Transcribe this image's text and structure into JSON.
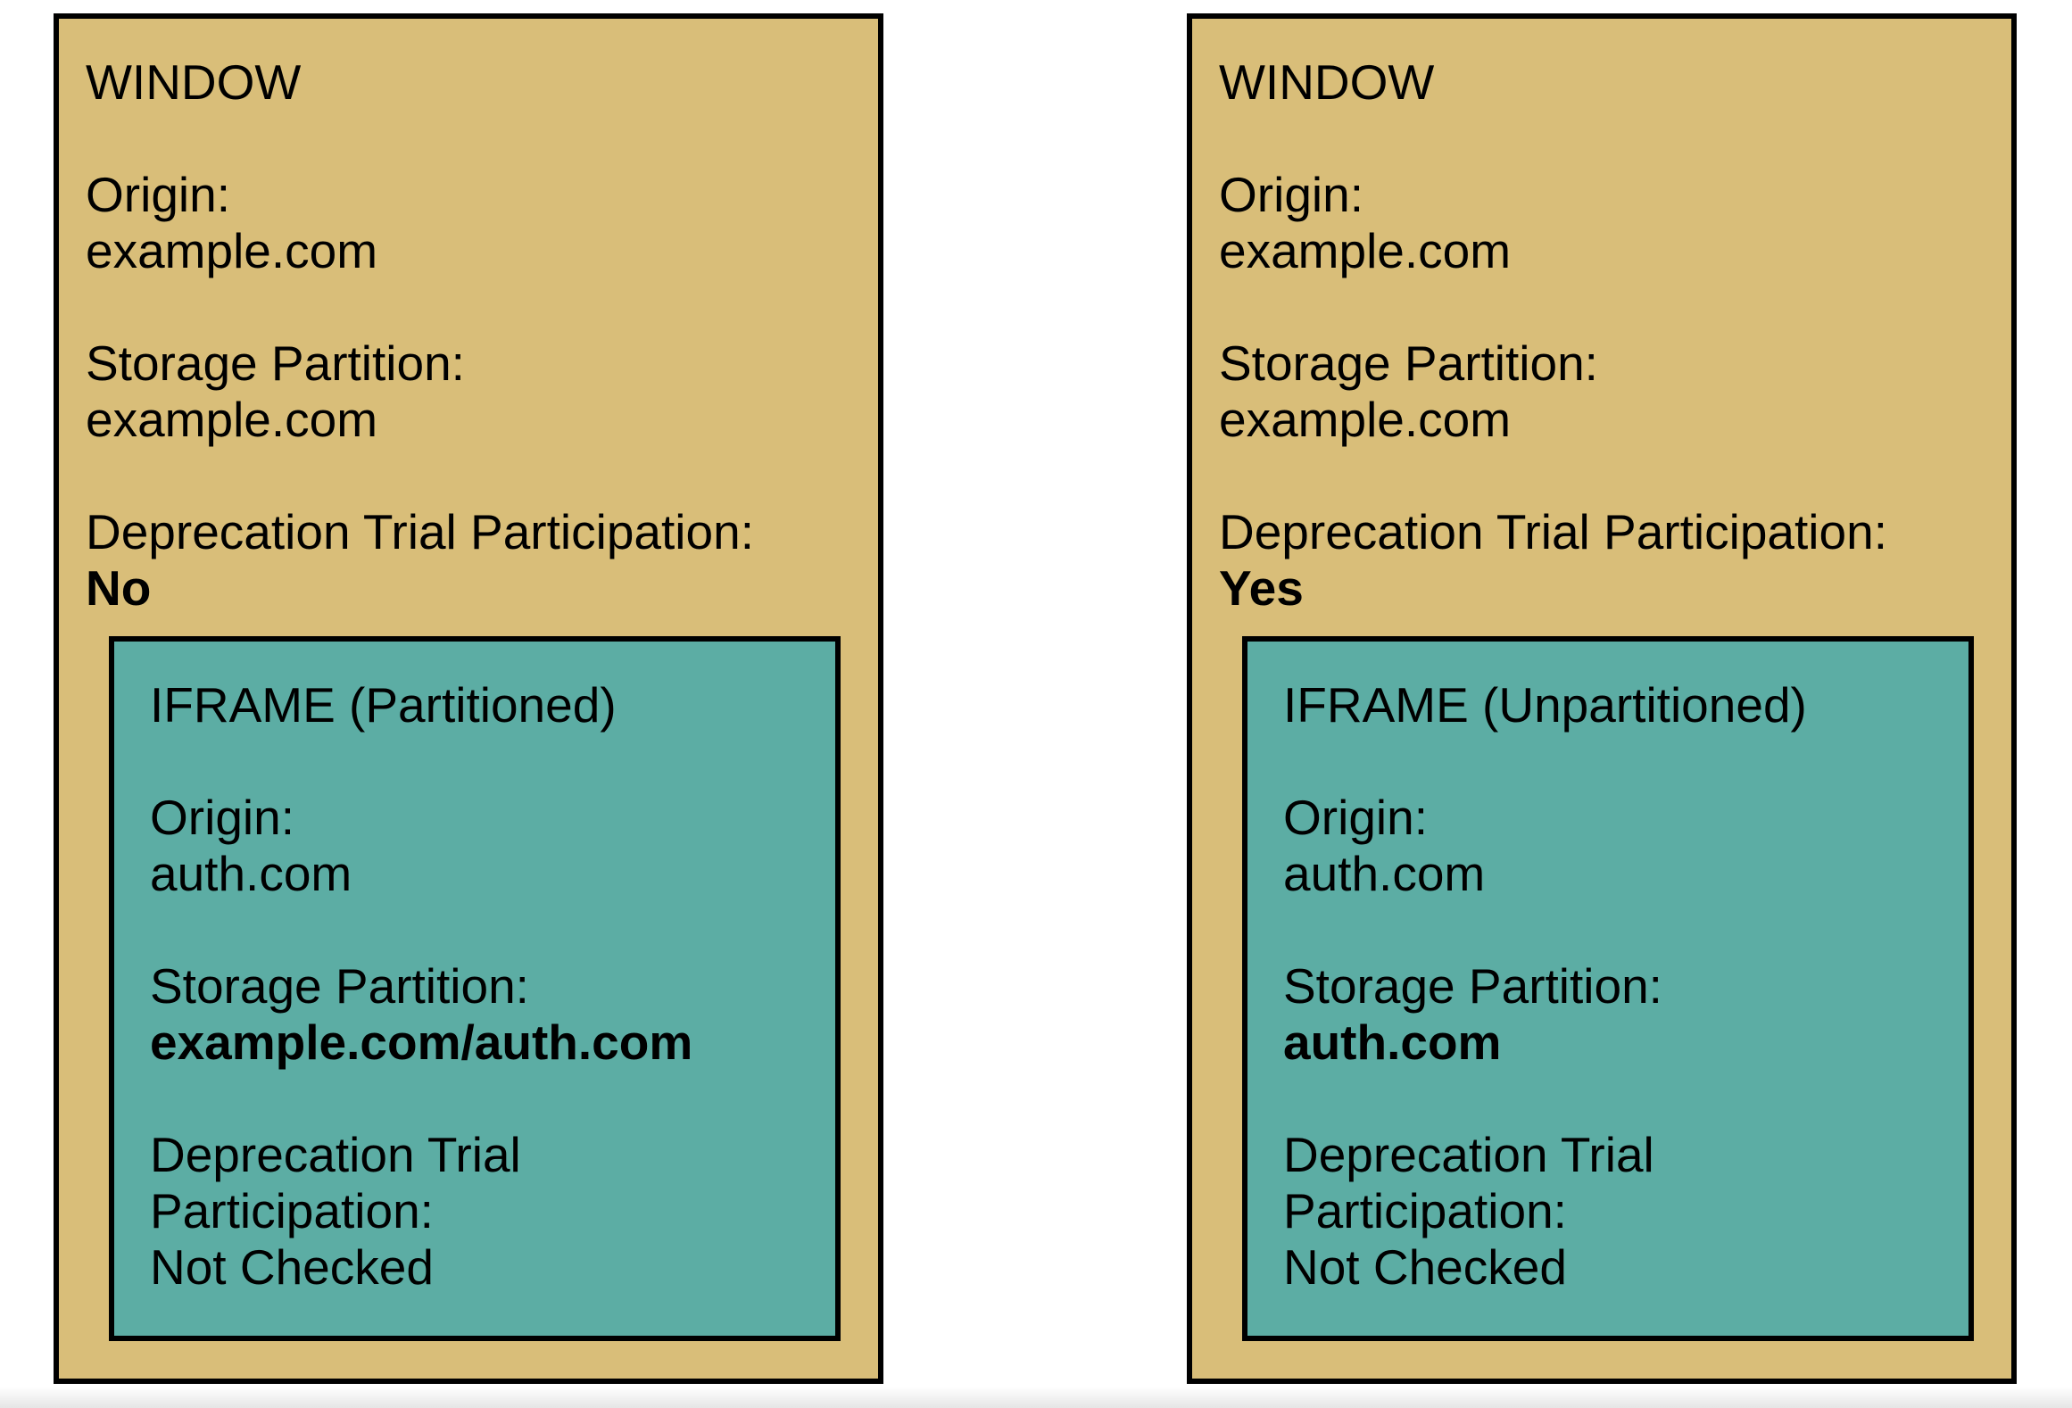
{
  "colors": {
    "window_fill": "#d9be79",
    "iframe_fill": "#5cada4",
    "border": "#000000"
  },
  "diagrams": [
    {
      "title": "WINDOW",
      "fields": [
        {
          "label": "Origin:",
          "value": "example.com"
        },
        {
          "label": "Storage Partition:",
          "value": "example.com"
        },
        {
          "label": "Deprecation Trial Participation:",
          "value": "No"
        }
      ],
      "iframe": {
        "title": "IFRAME (Partitioned)",
        "fields": [
          {
            "label": "Origin:",
            "value": "auth.com"
          },
          {
            "label": "Storage Partition:",
            "value": "example.com/auth.com"
          },
          {
            "label": "Deprecation Trial Participation:",
            "value": "Not Checked"
          }
        ]
      }
    },
    {
      "title": "WINDOW",
      "fields": [
        {
          "label": "Origin:",
          "value": "example.com"
        },
        {
          "label": "Storage Partition:",
          "value": "example.com"
        },
        {
          "label": "Deprecation Trial Participation:",
          "value": "Yes"
        }
      ],
      "iframe": {
        "title": "IFRAME (Unpartitioned)",
        "fields": [
          {
            "label": "Origin:",
            "value": "auth.com"
          },
          {
            "label": "Storage Partition:",
            "value": "auth.com"
          },
          {
            "label": "Deprecation Trial Participation:",
            "value": "Not Checked"
          }
        ]
      }
    }
  ]
}
